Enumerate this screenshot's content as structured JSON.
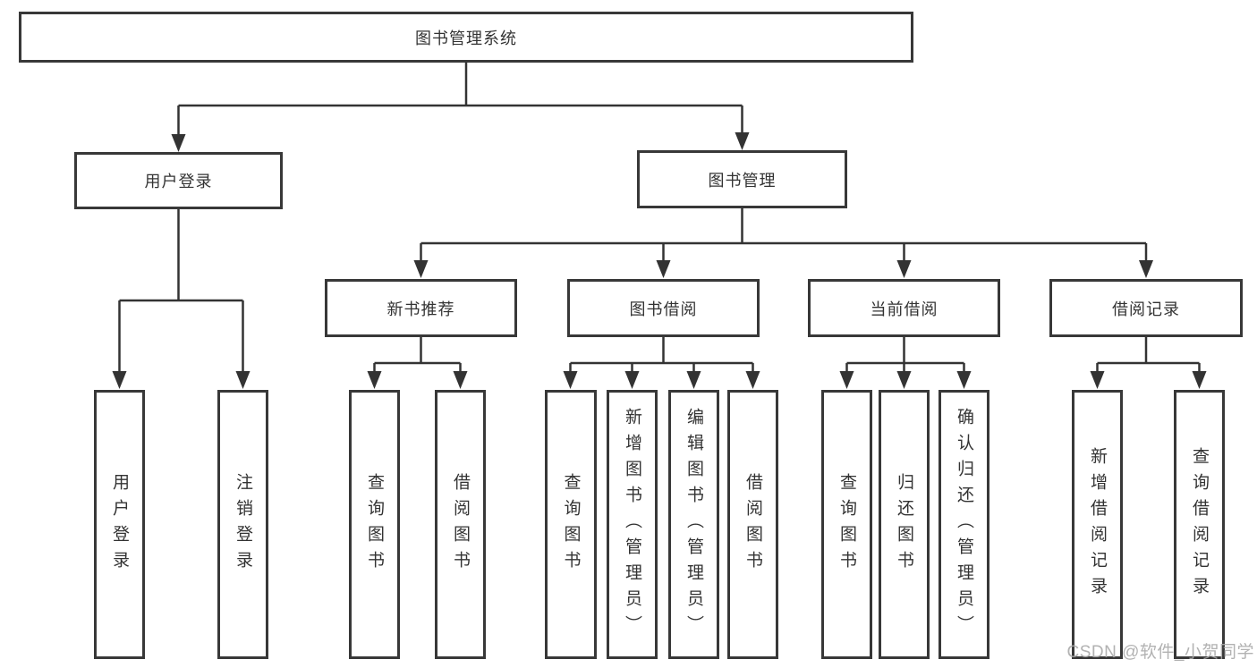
{
  "title": "图书管理系统",
  "tree": {
    "root": "图书管理系统",
    "branches": [
      {
        "label": "用户登录",
        "leaves": [
          "用户登录",
          "注销登录"
        ]
      },
      {
        "label": "图书管理",
        "groups": [
          {
            "label": "新书推荐",
            "leaves": [
              "查询图书",
              "借阅图书"
            ]
          },
          {
            "label": "图书借阅",
            "leaves": [
              "查询图书",
              "新增图书（管理员）",
              "编辑图书（管理员）",
              "借阅图书"
            ]
          },
          {
            "label": "当前借阅",
            "leaves": [
              "查询图书",
              "归还图书",
              "确认归还（管理员）"
            ]
          },
          {
            "label": "借阅记录",
            "leaves": [
              "新增借阅记录",
              "查询借阅记录"
            ]
          }
        ]
      }
    ]
  },
  "watermark": "CSDN @软件_小贺同学",
  "colors": {
    "line": "#333333",
    "text": "#333333",
    "box_background": "#ffffff",
    "watermark": "#aaaaaa",
    "background": "#ffffff"
  }
}
